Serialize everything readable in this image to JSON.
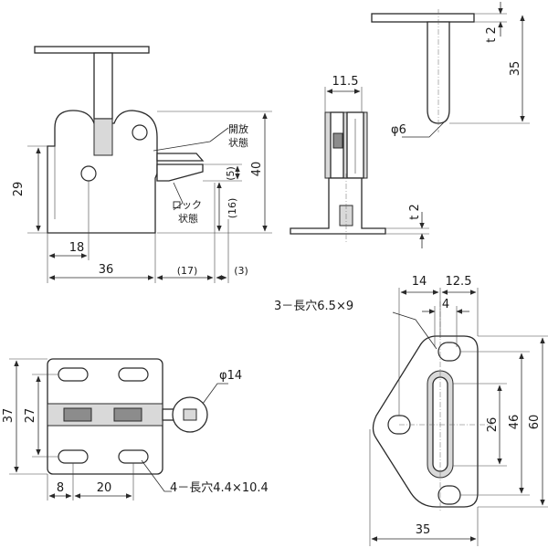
{
  "front_view": {
    "label_open": [
      "開放",
      "状態"
    ],
    "label_lock": [
      "ロック",
      "状態"
    ],
    "dim_height": "29",
    "dim_overall_height": "40",
    "dim_5": "(5)",
    "dim_16": "(16)",
    "dim_18": "18",
    "dim_36": "36",
    "dim_17": "(17)",
    "dim_3": "(3)"
  },
  "side_view": {
    "dim_width": "11.5",
    "dim_t2": "t 2"
  },
  "pin_view": {
    "dim_t2": "t 2",
    "dim_length": "35",
    "dim_dia": "φ6"
  },
  "bottom_view": {
    "dim_37": "37",
    "dim_27": "27",
    "dim_8": "8",
    "dim_20": "20",
    "dim_knob": "φ14",
    "note_slots": "4－長穴4.4×10.4"
  },
  "plate_view": {
    "dim_14": "14",
    "dim_12_5": "12.5",
    "dim_4": "4",
    "note_slots": "3－長穴6.5×9",
    "dim_26": "26",
    "dim_46": "46",
    "dim_60": "60",
    "dim_35": "35"
  }
}
